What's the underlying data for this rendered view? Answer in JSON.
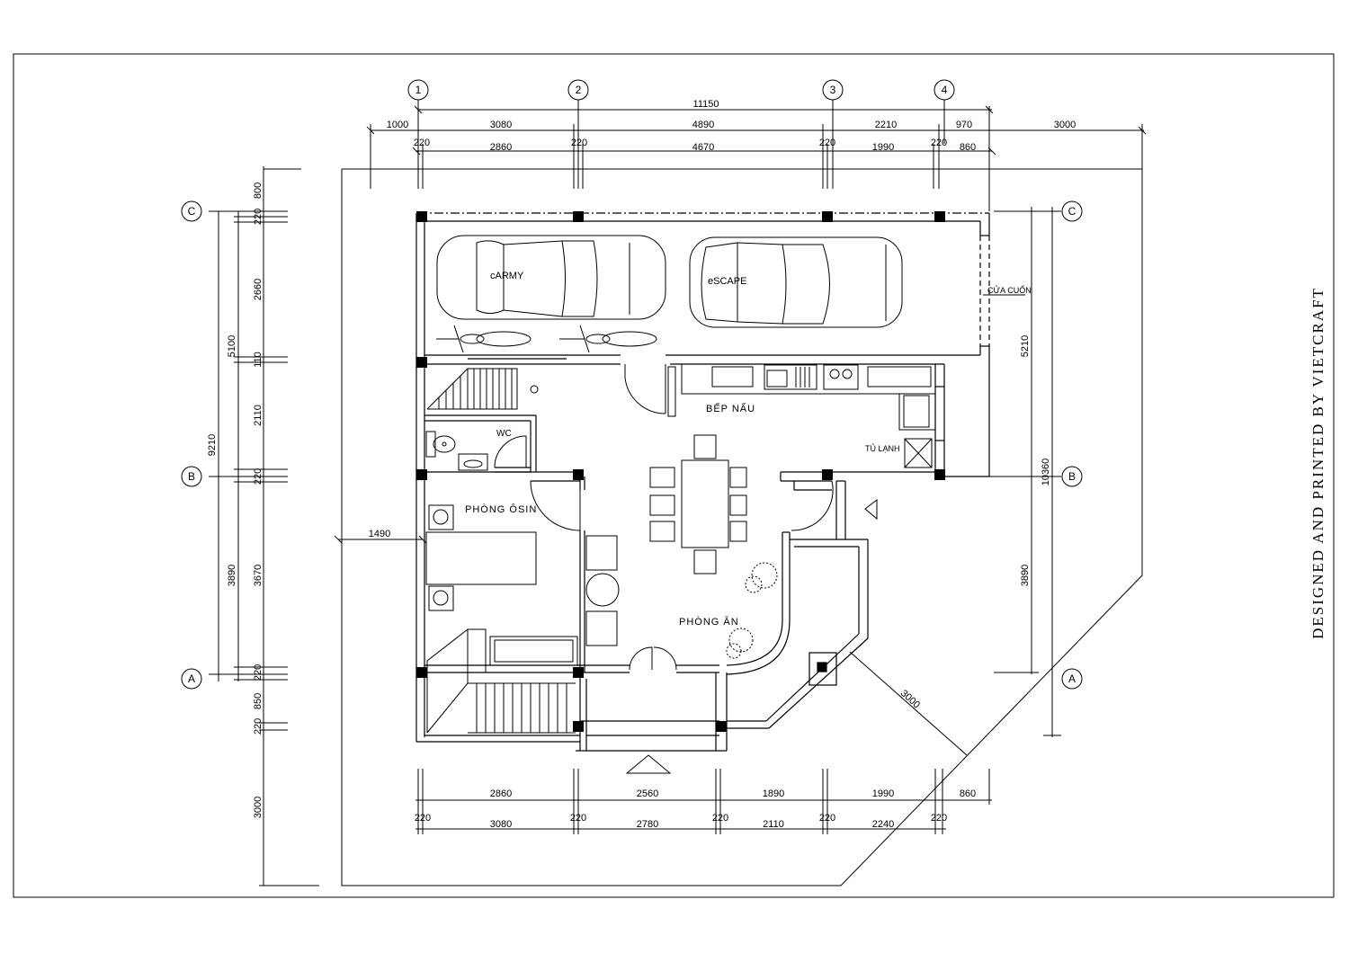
{
  "grid": {
    "columns": [
      "1",
      "2",
      "3",
      "4"
    ],
    "rows": [
      "C",
      "B",
      "A"
    ]
  },
  "dims": {
    "top_total": "11150",
    "top_row1": [
      "1000",
      "3080",
      "4890",
      "2210",
      "970",
      "3000"
    ],
    "top_row2": [
      "220",
      "2860",
      "220",
      "4670",
      "220",
      "1990",
      "220",
      "860"
    ],
    "bottom_row1": [
      "2860",
      "2560",
      "1890",
      "1990",
      "860"
    ],
    "bottom_row2": [
      "220",
      "3080",
      "220",
      "2780",
      "220",
      "2110",
      "220",
      "2240",
      "220"
    ],
    "left_outer": [
      "9210",
      "3000"
    ],
    "left_mid": [
      "5100",
      "3890"
    ],
    "left_inner": [
      "800",
      "220",
      "2660",
      "110",
      "2110",
      "220",
      "3670",
      "220",
      "850",
      "220"
    ],
    "right_outer": "10360",
    "right_inner": [
      "5210",
      "3890"
    ],
    "side_setback": "1490",
    "diagonal": "3000"
  },
  "rooms": {
    "car1": "cARMY",
    "car2": "eSCAPE",
    "door": "CỬA CUỐN",
    "kitchen": "BẾP NẤU",
    "fridge": "TỦ LẠNH",
    "wc": "WC",
    "maid_room": "PHÒNG ÔSIN",
    "dining": "PHÒNG ĂN"
  },
  "credit": "DESIGNED AND PRINTED BY VIETCRAFT"
}
